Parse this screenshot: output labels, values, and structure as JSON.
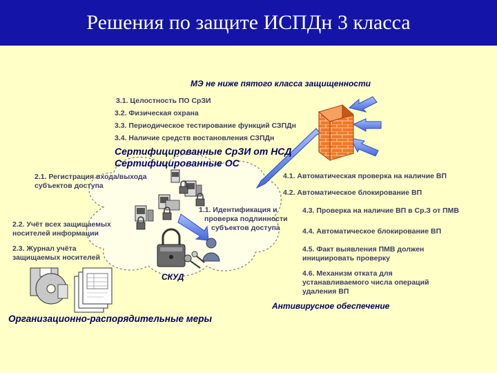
{
  "slide": {
    "title": "Решения по защите ИСПДн 3 класса"
  },
  "firewall": {
    "caption": "МЭ не ниже пятого класса защищенности"
  },
  "szi_items": [
    "3.1. Целостность ПО СрЗИ",
    "3.2. Физическая охрана",
    "3.3. Периодическое тестирование функций СЗПДн",
    "3.4. Наличие средств востановления СЗПДн"
  ],
  "certified": {
    "line1": "Сертифицированные СрЗИ от НСД",
    "line2": "Сертифицированные ОС"
  },
  "org_items": {
    "reg_line1": "2.1. Регистрация входа/выхода",
    "reg_line2": "субъектов доступа",
    "media_line1": "2.2. Учёт всех защищаемых",
    "media_line2": "носителей информации",
    "journal_line1": "2.3. Журнал учёта",
    "journal_line2": "защищаемых носителей"
  },
  "auth": {
    "line1": "1.1. Идентификация и",
    "line2": "проверка подлинности",
    "line3": "субъектов доступа"
  },
  "skud": "СКУД",
  "org_measures": "Организационно-распорядительные меры",
  "av_items": {
    "i1": "4.1. Автоматическая проверка на наличие ВП",
    "i2": "4.2. Автоматическое блокирование ВП",
    "i3": "4.3. Проверка на наличие ВП в Ср.З от ПМВ",
    "i4": "4.4. Автоматическое блокирование ВП",
    "i5_line1": "4.5. Факт выявления ПМВ должен",
    "i5_line2": "инициировать проверку",
    "i6_line1": "4.6. Механизм отката для",
    "i6_line2": "устанавливаемого числа операций",
    "i6_line3": "удаления ВП"
  },
  "antivirus": "Антивирусное обеспечение",
  "colors": {
    "header": "#1414a8",
    "background": "#ffffc8",
    "arrow": "#6e8cf0",
    "firewall": "#f07828"
  }
}
